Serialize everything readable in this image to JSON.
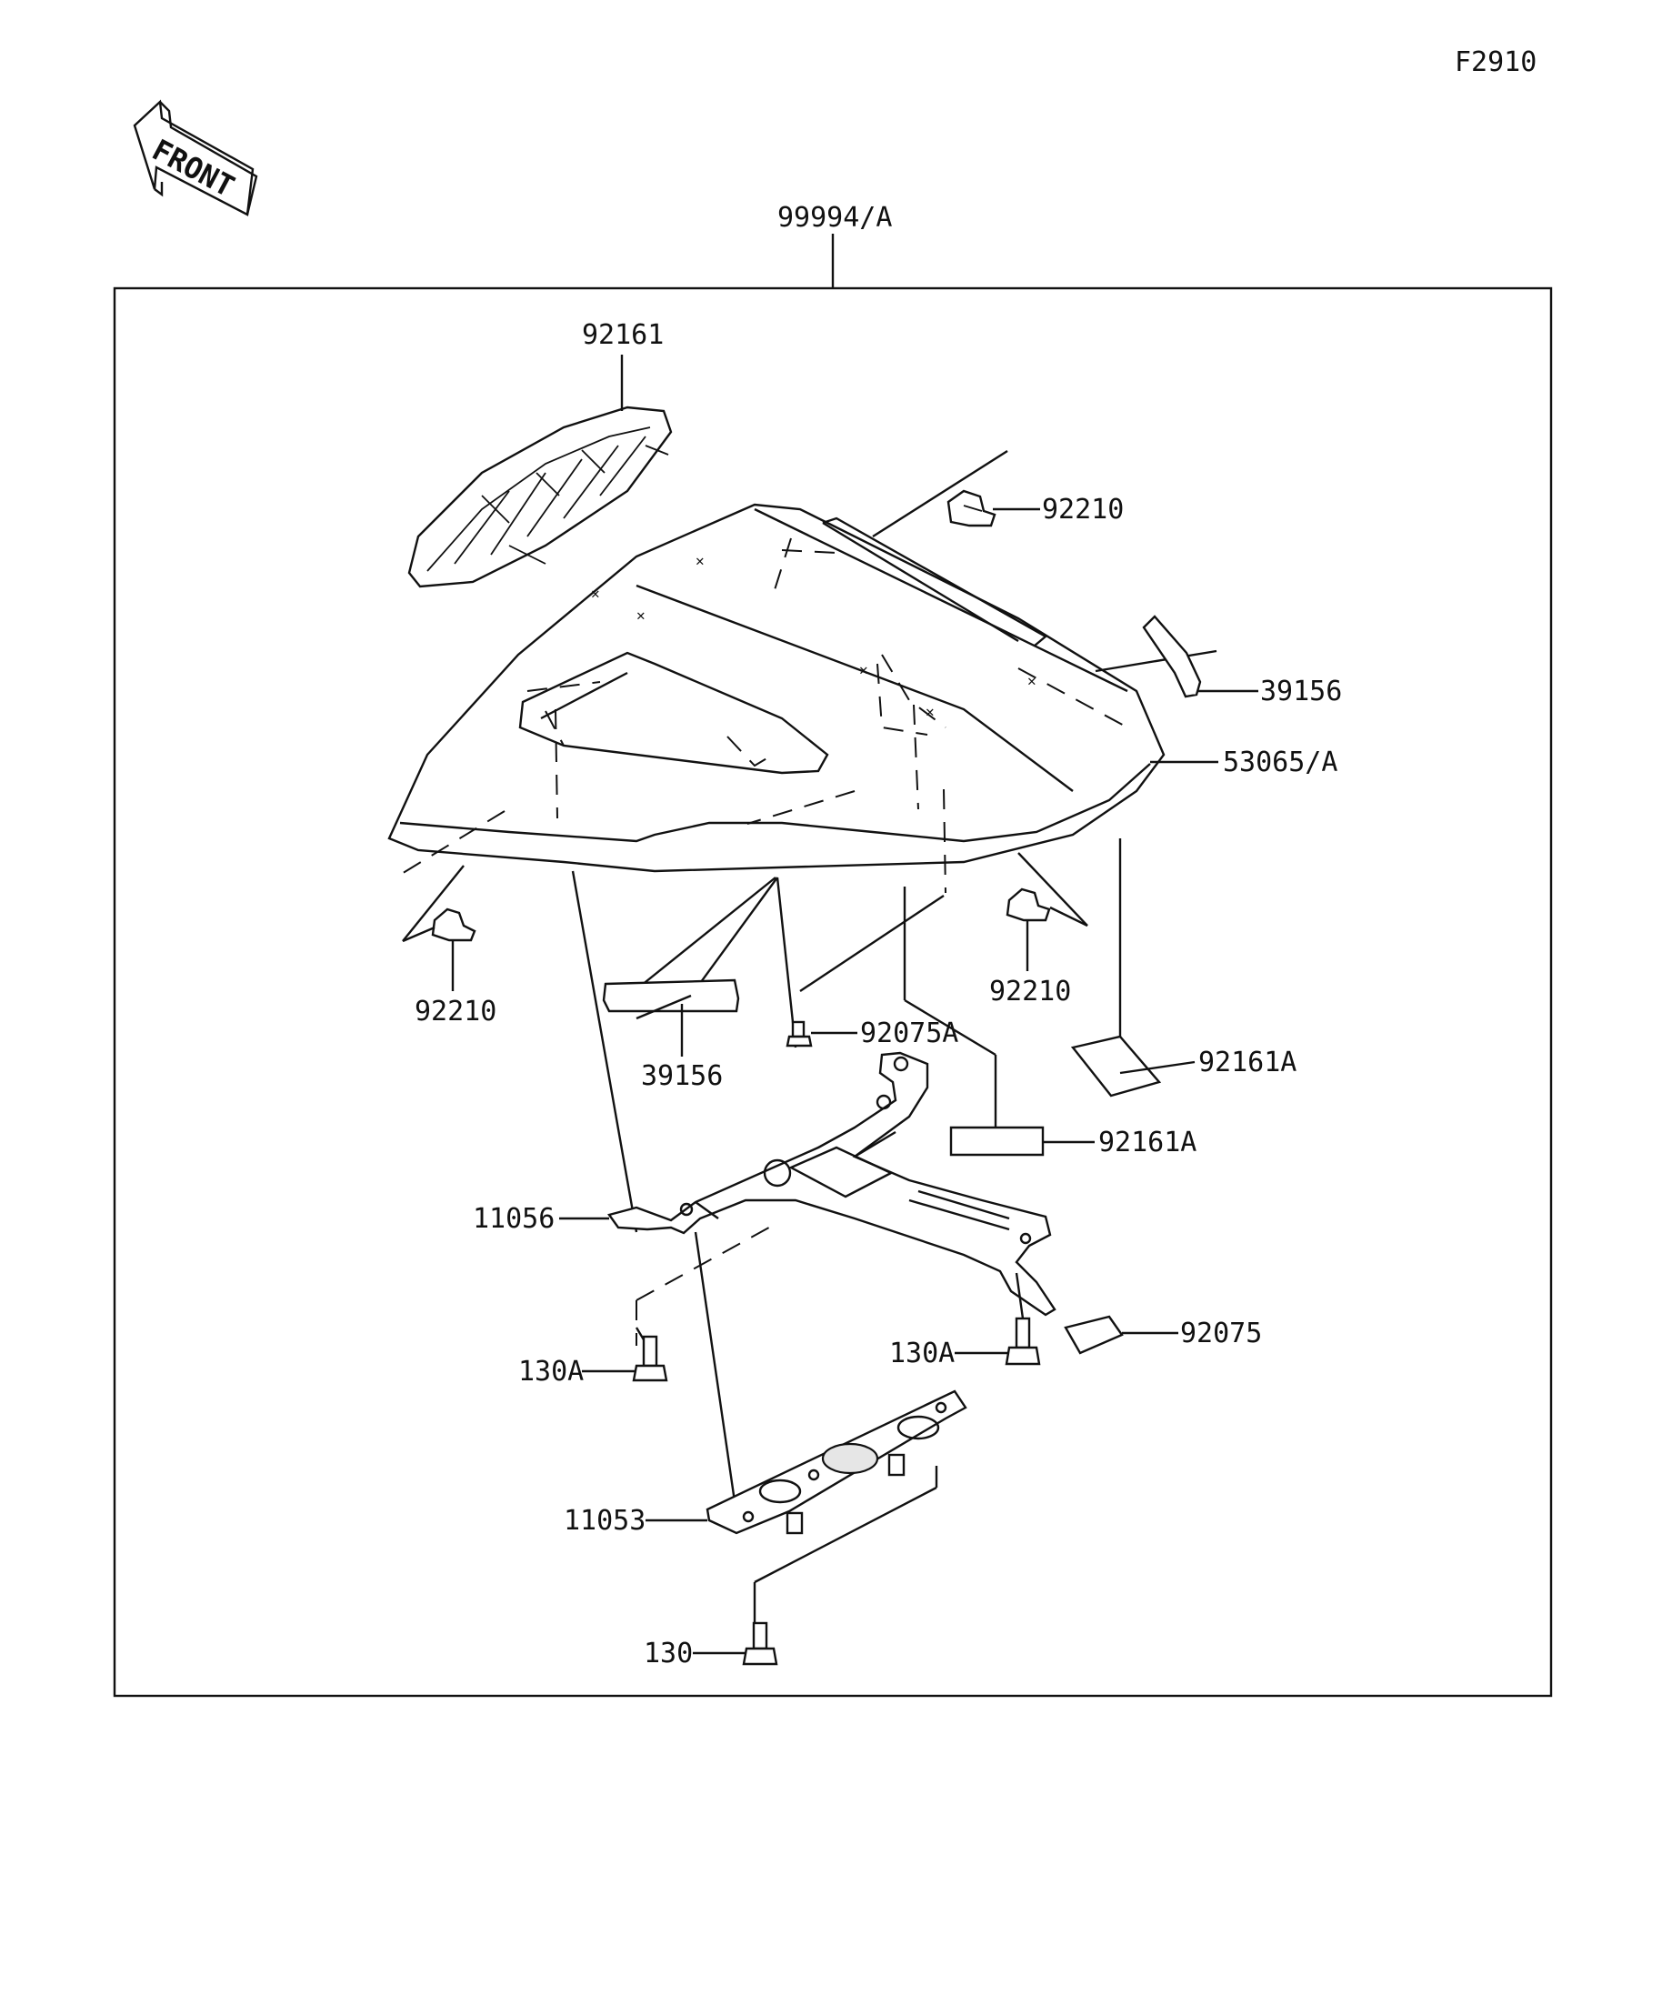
{
  "figure_code": "F2910",
  "front_label": "FRONT",
  "assembly_label": "99994/A",
  "parts": {
    "p92161": "92161",
    "p92210_top": "92210",
    "p39156_right": "39156",
    "p53065A": "53065/A",
    "p92210_left": "92210",
    "p92210_mid": "92210",
    "p39156_left": "39156",
    "p92075A": "92075A",
    "p92161A_upper": "92161A",
    "p92161A_lower": "92161A",
    "p11056": "11056",
    "p130A_left": "130A",
    "p130A_right": "130A",
    "p92075": "92075",
    "p11053": "11053",
    "p130": "130"
  }
}
